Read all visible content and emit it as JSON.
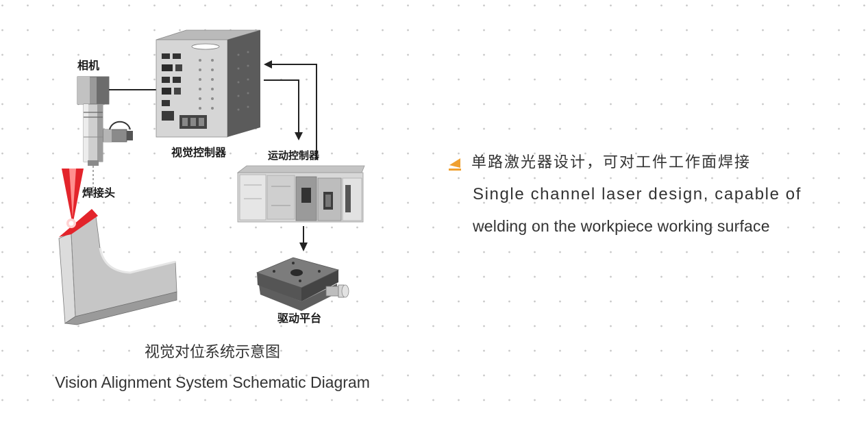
{
  "diagram": {
    "labels": {
      "camera": "相机",
      "vision_controller": "视觉控制器",
      "motion_controller": "运动控制器",
      "welding_head": "焊接头",
      "drive_platform": "驱动平台"
    },
    "caption_cn": "视觉对位系统示意图",
    "caption_en": "Vision Alignment System Schematic Diagram"
  },
  "feature": {
    "icon": "triangle-marker-icon",
    "title_cn": "单路激光器设计，可对工件工作面焊接",
    "desc_en_line1": "Single channel laser design, capable of",
    "desc_en_line2": "welding on the workpiece working surface"
  },
  "colors": {
    "accent": "#f0a030",
    "laser": "#e3242b",
    "text": "#333333",
    "background": "#ffffff"
  }
}
